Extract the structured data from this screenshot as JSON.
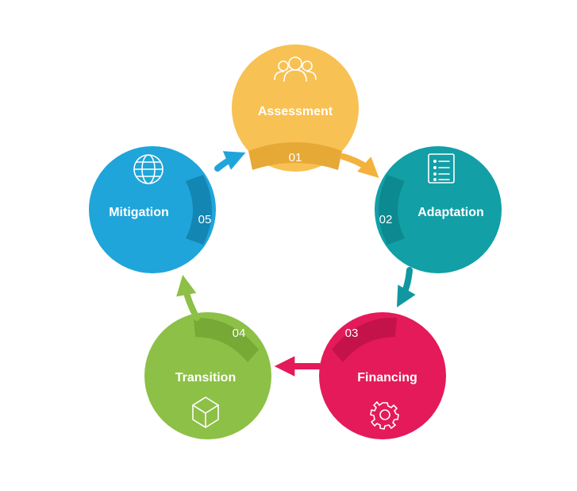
{
  "diagram": {
    "stages": [
      {
        "number": "01",
        "label": "Assessment",
        "icon": "people-icon",
        "color": "#F8C154",
        "band": "#E6A936"
      },
      {
        "number": "02",
        "label": "Adaptation",
        "icon": "checklist-icon",
        "color": "#129FA6",
        "band": "#0C8A90"
      },
      {
        "number": "03",
        "label": "Financing",
        "icon": "gear-icon",
        "color": "#E41A5A",
        "band": "#C4124A"
      },
      {
        "number": "04",
        "label": "Transition",
        "icon": "cube-icon",
        "color": "#8DC046",
        "band": "#76A935"
      },
      {
        "number": "05",
        "label": "Mitigation",
        "icon": "globe-icon",
        "color": "#1FA5D9",
        "band": "#1486B3"
      }
    ]
  }
}
